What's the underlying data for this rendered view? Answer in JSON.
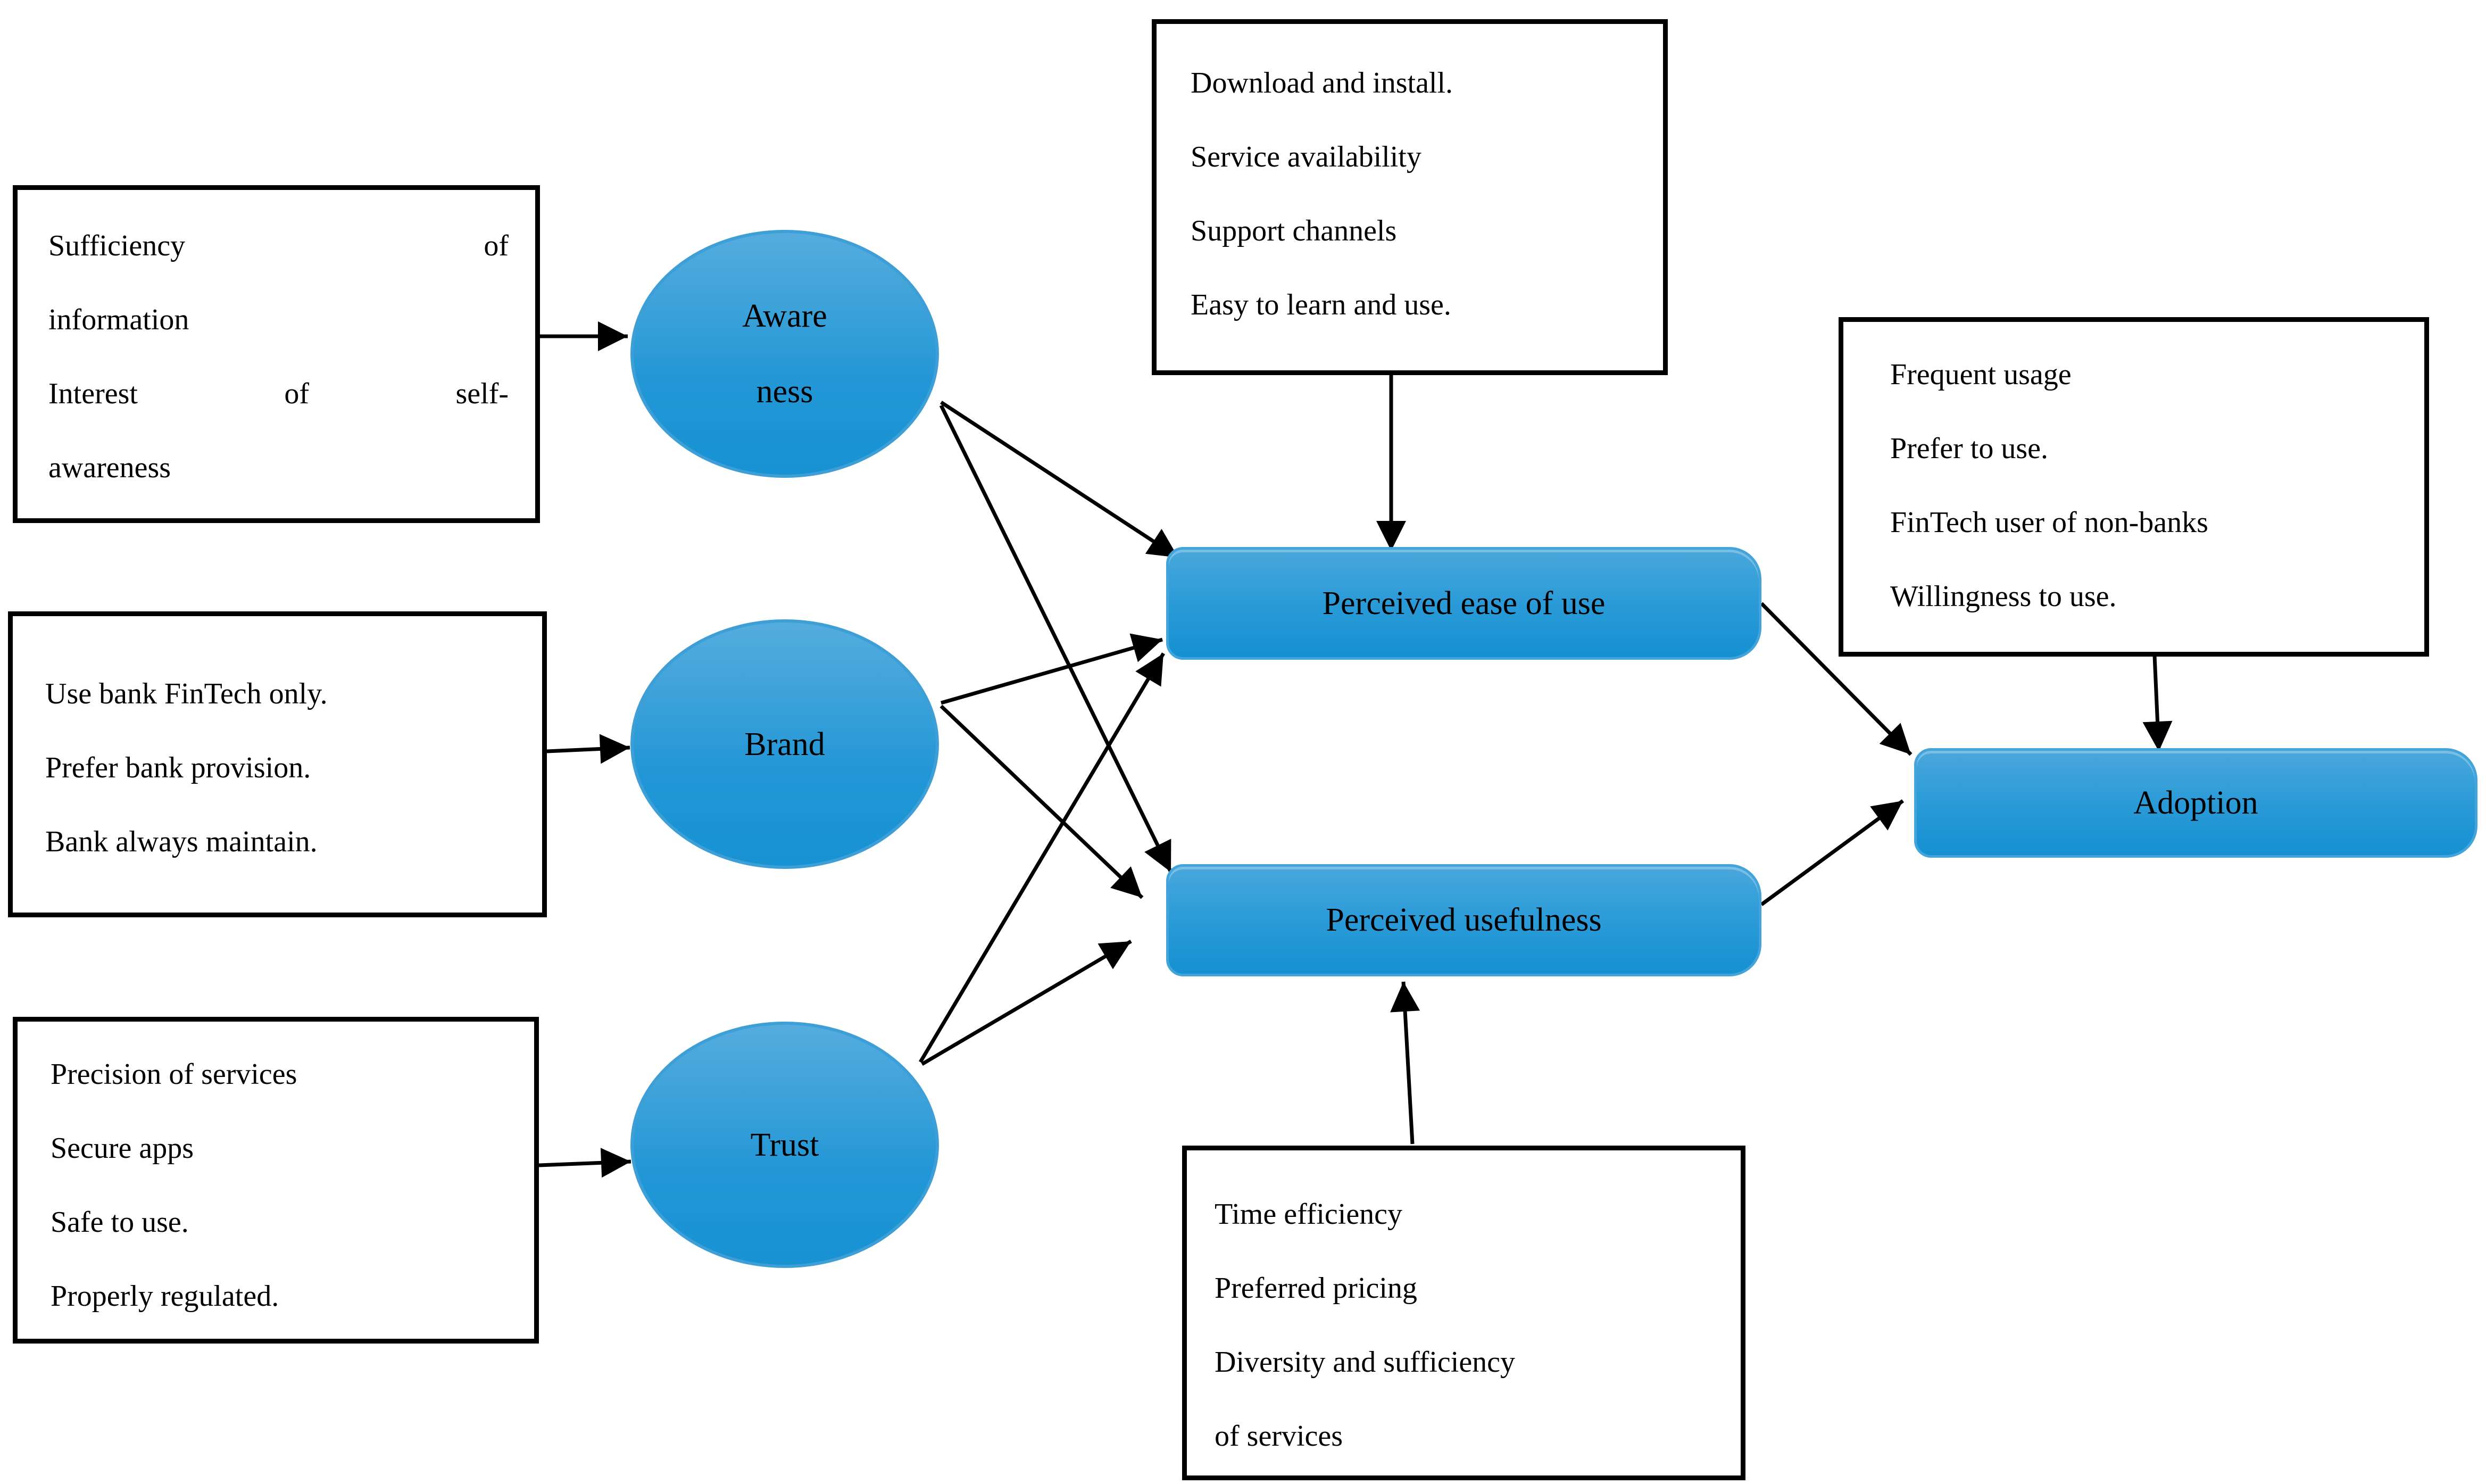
{
  "boxes": {
    "awareness_indicators": {
      "l1a": "Sufficiency",
      "l1b": "of",
      "l2": "information",
      "l3a": "Interest",
      "l3b": "of",
      "l3c": "self-",
      "l4": "awareness"
    },
    "brand_indicators": {
      "l1": "Use bank FinTech only.",
      "l2": "Prefer bank provision.",
      "l3": "Bank always maintain."
    },
    "trust_indicators": {
      "l1": "Precision of services",
      "l2": "Secure apps",
      "l3": "Safe to use.",
      "l4": "Properly regulated."
    },
    "ease_indicators": {
      "l1": "Download and install.",
      "l2": "Service availability",
      "l3": "Support channels",
      "l4": "Easy to learn and use."
    },
    "usefulness_indicators": {
      "l1": "Time efficiency",
      "l2": "Preferred pricing",
      "l3": "Diversity and sufficiency",
      "l4": "of services"
    },
    "adoption_indicators": {
      "l1": "Frequent usage",
      "l2": "Prefer to use.",
      "l3": "FinTech user of non-banks",
      "l4": "Willingness to use."
    }
  },
  "nodes": {
    "awareness": {
      "l1": "Aware",
      "l2": "ness"
    },
    "brand": "Brand",
    "trust": "Trust",
    "ease": "Perceived ease of use",
    "usefulness": "Perceived usefulness",
    "adoption": "Adoption"
  },
  "colors": {
    "node_fill_top": "#4aa7db",
    "node_fill_bottom": "#1590d1",
    "node_rim": "#42a4da",
    "box_border": "#000000",
    "arrow": "#000000",
    "background": "#ffffff",
    "text": "#000000"
  }
}
